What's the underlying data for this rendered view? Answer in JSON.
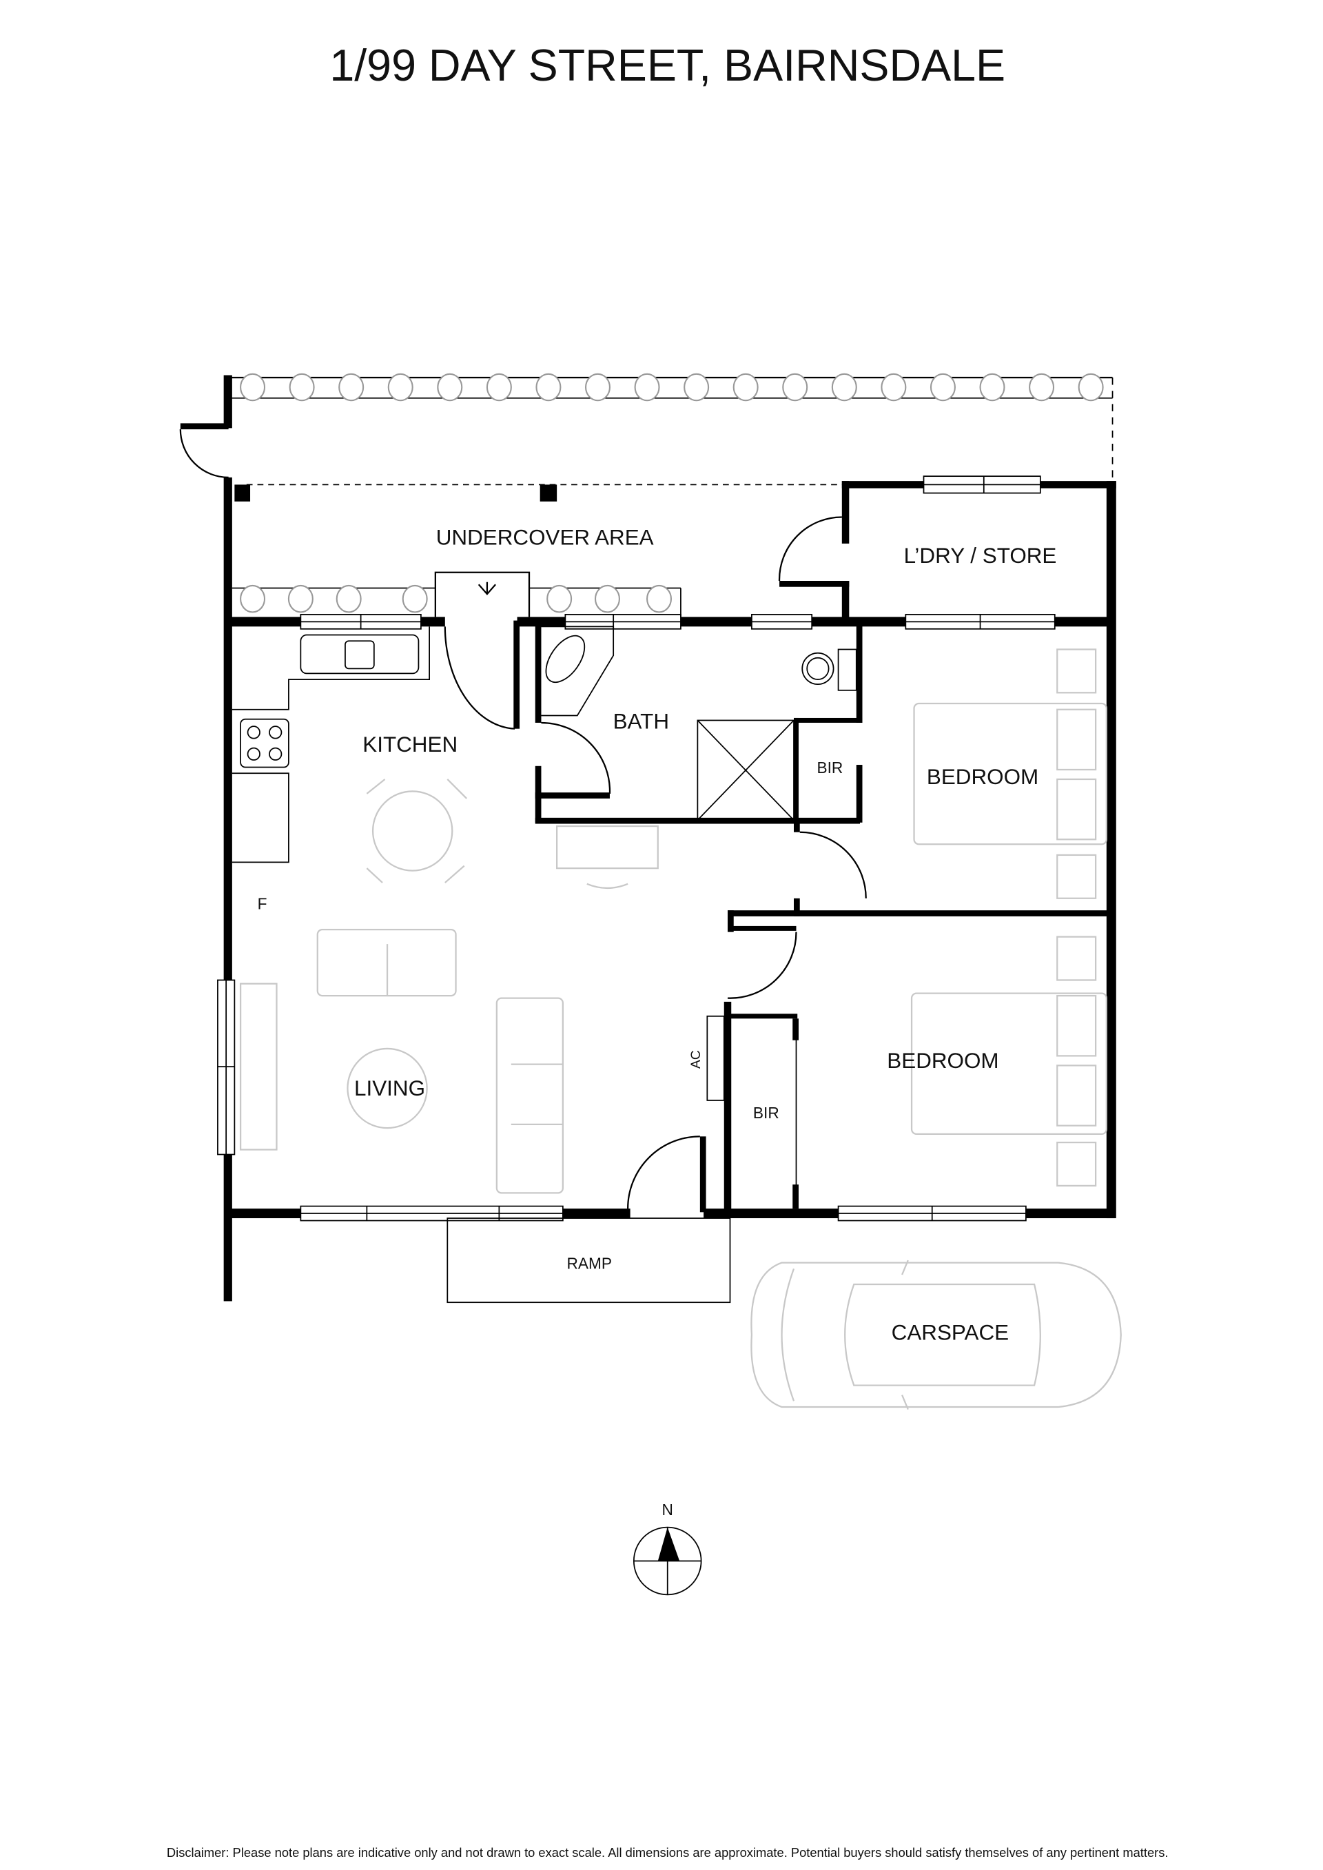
{
  "title": "1/99 DAY STREET, BAIRNSDALE",
  "rooms": {
    "undercover": "UNDERCOVER AREA",
    "laundry": "L’DRY / STORE",
    "kitchen": "KITCHEN",
    "bath": "BATH",
    "bir1": "BIR",
    "bedroom1": "BEDROOM",
    "fridge": "F",
    "living": "LIVING",
    "ac": "AC",
    "bir2": "BIR",
    "bedroom2": "BEDROOM",
    "ramp": "RAMP",
    "carspace": "CARSPACE"
  },
  "compass": {
    "north_label": "N"
  },
  "disclaimer": "Disclaimer: Please note plans are indicative only and not drawn to exact scale. All dimensions are approximate. Potential buyers should satisfy themselves of any pertinent matters."
}
